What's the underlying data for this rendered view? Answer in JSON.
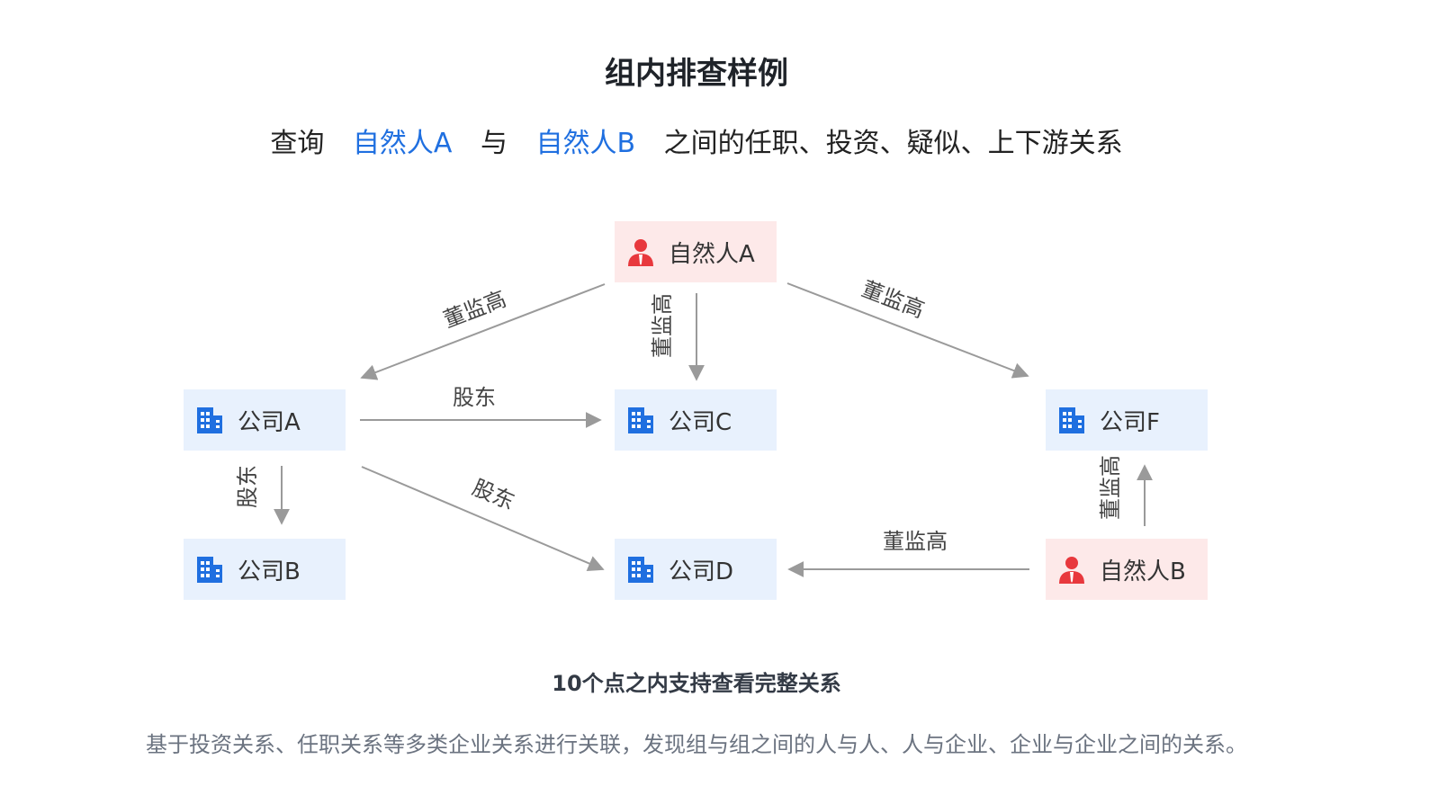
{
  "title": "组内排查样例",
  "query": {
    "prefix": "查询",
    "person_a": "自然人A",
    "connector": "与",
    "person_b": "自然人B",
    "suffix": "之间的任职、投资、疑似、上下游关系"
  },
  "colors": {
    "highlight": "#1f6fe0",
    "company_bg": "#e8f1fd",
    "person_bg": "#fde9e9",
    "company_icon": "#1f6fe0",
    "person_icon": "#e8383d",
    "edge": "#9a9a9a"
  },
  "nodes": {
    "person_a": {
      "label": "自然人A",
      "icon": "person-icon"
    },
    "company_a": {
      "label": "公司A",
      "icon": "building-icon"
    },
    "company_b": {
      "label": "公司B",
      "icon": "building-icon"
    },
    "company_c": {
      "label": "公司C",
      "icon": "building-icon"
    },
    "company_d": {
      "label": "公司D",
      "icon": "building-icon"
    },
    "company_f": {
      "label": "公司F",
      "icon": "building-icon"
    },
    "person_b": {
      "label": "自然人B",
      "icon": "person-icon"
    }
  },
  "edges": {
    "person_a_to_company_a": "董监高",
    "person_a_to_company_c": "董监高",
    "person_a_to_company_f": "董监高",
    "company_a_to_company_c": "股东",
    "company_a_to_company_b": "股东",
    "company_a_to_company_d": "股东",
    "person_b_to_company_d": "董监高",
    "person_b_to_company_f": "董监高"
  },
  "footer": {
    "title": "10个点之内支持查看完整关系",
    "description": "基于投资关系、任职关系等多类企业关系进行关联，发现组与组之间的人与人、人与企业、企业与企业之间的关系。"
  }
}
